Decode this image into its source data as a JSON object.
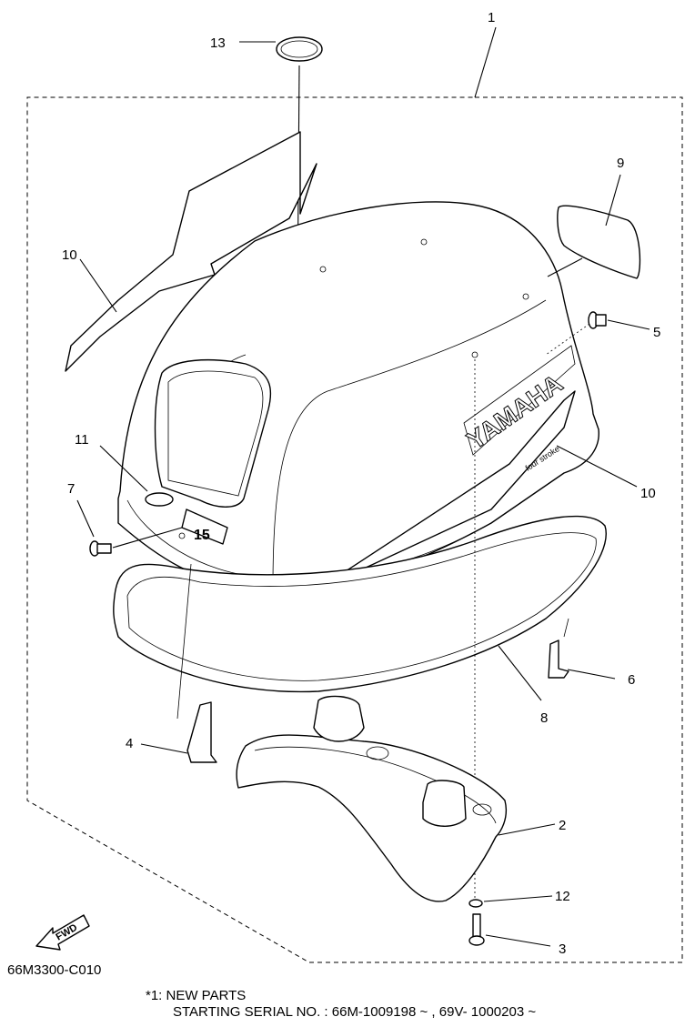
{
  "diagram": {
    "callouts": {
      "p1": "1",
      "p2": "2",
      "p3": "3",
      "p4": "4",
      "p5": "5",
      "p6": "6",
      "p7": "7",
      "p8": "8",
      "p9": "9",
      "p10a": "10",
      "p10b": "10",
      "p11": "11",
      "p12": "12",
      "p13": "13"
    },
    "decal_text": {
      "brand": "YAMAHA",
      "sub": "four stroke",
      "model": "15"
    },
    "fwd_label": "FWD",
    "diagram_code": "66M3300-C010",
    "note_line1": "*1: NEW PARTS",
    "note_line2": "STARTING SERIAL NO. : 66M-1009198 ~ , 69V- 1000203 ~"
  }
}
